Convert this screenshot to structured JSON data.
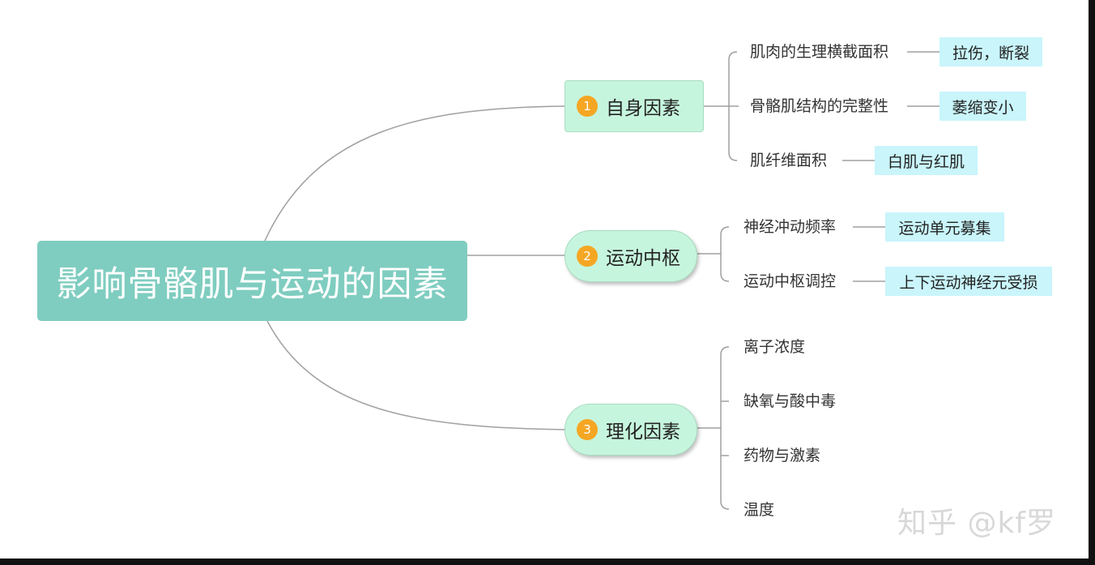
{
  "root": {
    "title": "影响骨骼肌与运动的因素"
  },
  "branches": [
    {
      "number": "1",
      "label": "自身因素",
      "children": [
        {
          "label": "肌肉的生理横截面积",
          "leaf": "拉伤，断裂"
        },
        {
          "label": "骨骼肌结构的完整性",
          "leaf": "萎缩变小"
        },
        {
          "label": "肌纤维面积",
          "leaf": "白肌与红肌"
        }
      ]
    },
    {
      "number": "2",
      "label": "运动中枢",
      "children": [
        {
          "label": "神经冲动频率",
          "leaf": "运动单元募集"
        },
        {
          "label": "运动中枢调控",
          "leaf": "上下运动神经元受损"
        }
      ]
    },
    {
      "number": "3",
      "label": "理化因素",
      "children": [
        {
          "label": "离子浓度"
        },
        {
          "label": "缺氧与酸中毒"
        },
        {
          "label": "药物与激素"
        },
        {
          "label": "温度"
        }
      ]
    }
  ],
  "watermark": "知乎 @kf罗",
  "colors": {
    "root_fill": "#7fcdc0",
    "branch_fill": "#c6f5dd",
    "leaf_fill": "#c9f5fb",
    "number_badge": "#f5a623",
    "connector": "#a0a0a0"
  }
}
